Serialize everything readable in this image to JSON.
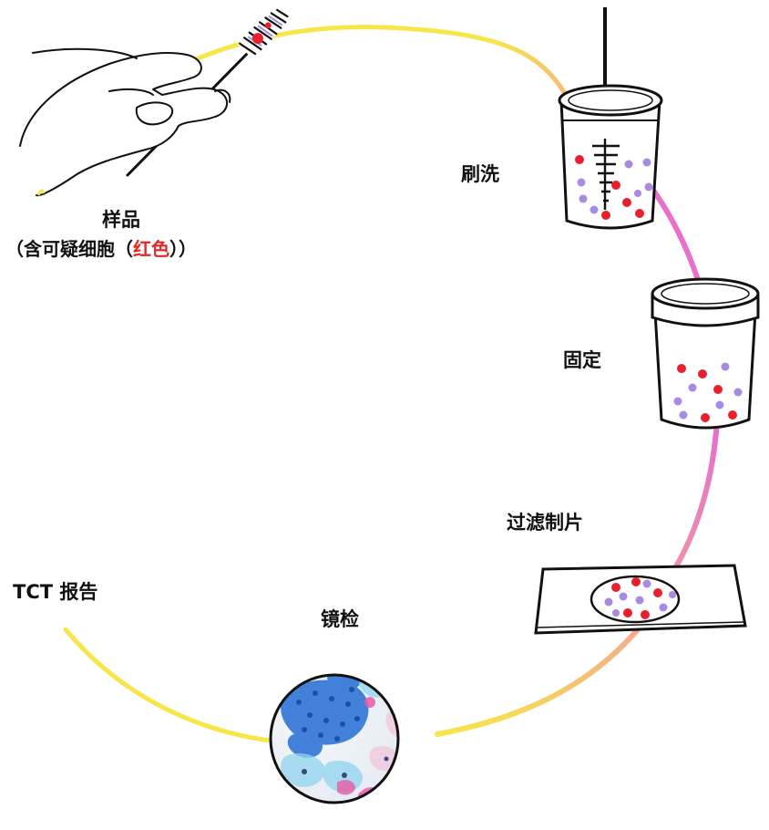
{
  "steps": {
    "sample": {
      "label": "样品",
      "sub_open": "（含可疑细胞（",
      "sub_red": "红色",
      "sub_close": "））"
    },
    "brush": {
      "label": "刷洗"
    },
    "fix": {
      "label": "固定"
    },
    "filter": {
      "label": "过滤制片"
    },
    "microscope": {
      "label": "镜检"
    },
    "report": {
      "label": "TCT 报告"
    }
  },
  "colors": {
    "cycle_yellow": "#f7e64a",
    "cycle_orange": "#f5b877",
    "cycle_pink": "#e46ad2",
    "suspicious_cell": "#e8202e",
    "normal_cell": "#a78be0",
    "stain_blue": "#2f74d6",
    "stain_pink": "#e85aa6",
    "outline": "#111111"
  },
  "icons": {
    "sample": "hand-holding-brush-icon",
    "brush": "cup-with-brush-icon",
    "fix": "fixation-vial-icon",
    "filter": "glass-slide-icon",
    "microscope": "microscope-view-icon"
  }
}
